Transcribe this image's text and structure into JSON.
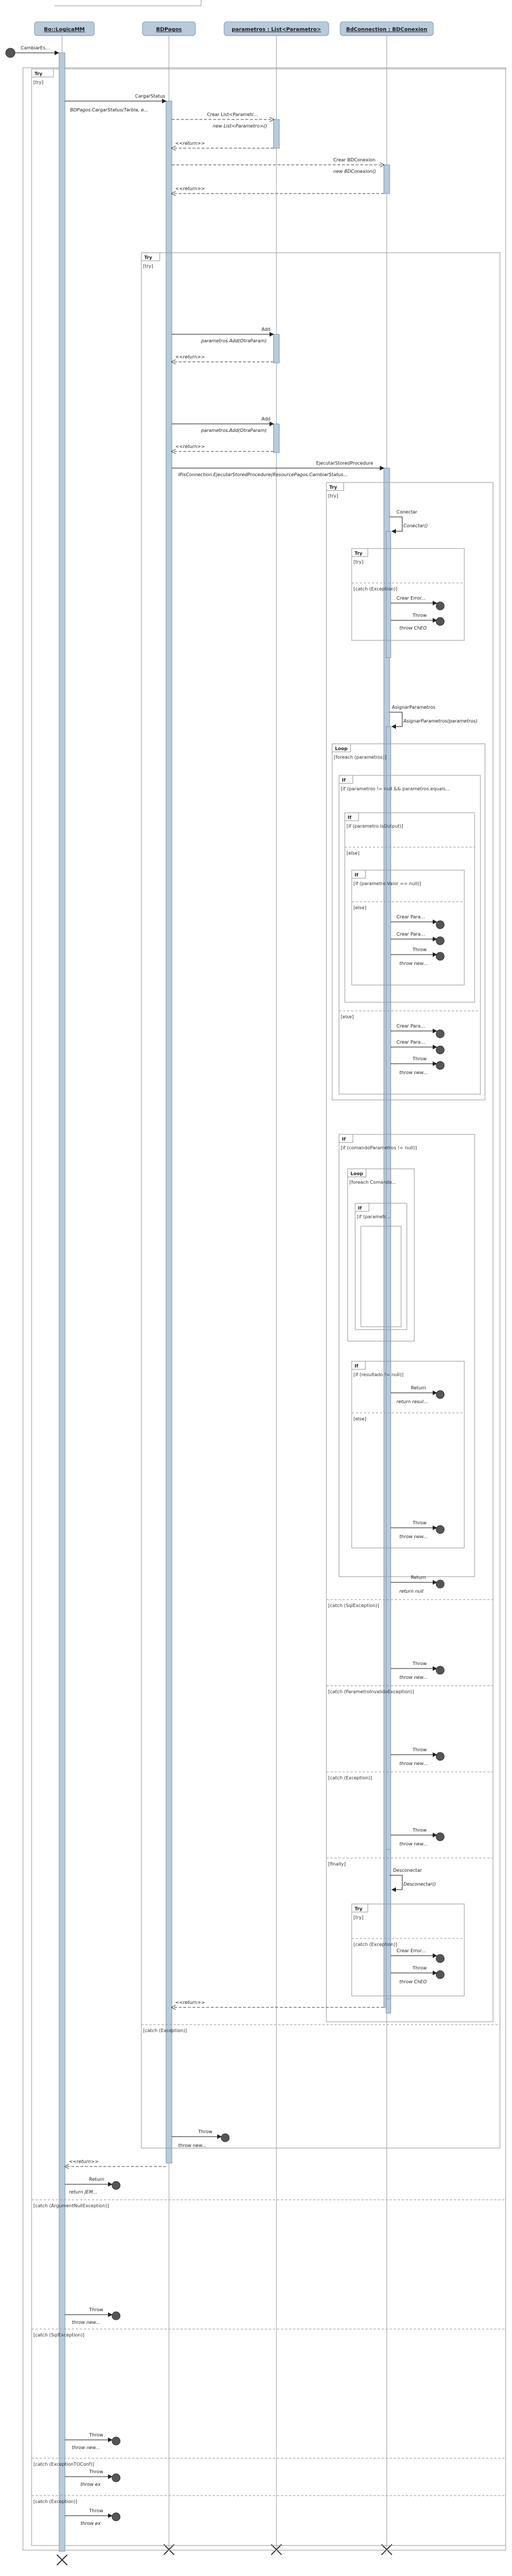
{
  "participants": [
    {
      "id": "bo",
      "label": "Bo::LogicaMM"
    },
    {
      "id": "bd",
      "label": "BDPagos"
    },
    {
      "id": "params",
      "label": "parametros : List<Parametro>"
    },
    {
      "id": "con",
      "label": "BdConnection : BDConexion"
    }
  ],
  "messages": {
    "start": "CambiarEs...",
    "cargar_status": "CargarStatus",
    "cargar_status_sig": "BDPagos.CargarStatus(Tarbla, e...",
    "crear_list": "Crear List<Parametr...",
    "new_list": "new List<Parametro>()",
    "ret1": "<<return>>",
    "crear_bdc": "Crear BDConexion",
    "new_bdc": "new BDConexion()",
    "ret2": "<<return>>",
    "add1": "Add",
    "add1_sig": "parametros.Add(OtraParam)",
    "ret3": "<<return>>",
    "add2": "Add",
    "add2_sig": "parametros.Add(OtraParam)",
    "ret4": "<<return>>",
    "exec": "EjecutarStoredProcedure",
    "exec_sig": "lPisConnection.EjecutarStoredProcedure(ResourcePagos.CambiarStatus...",
    "conectar": "Conectar",
    "conectar_sig": "Conectar()",
    "crear_error": "Crear Error...",
    "throw1": "Throw",
    "throw1_sig": "throw ChEO",
    "asignar": "AsignarParametros",
    "asignar_sig": "AsignarParametros(parametros)",
    "crear_para1": "Crear Para...",
    "crear_para2": "Crear Para...",
    "throw2": "Throw",
    "throw2_sig": "throw new...",
    "crear_para3": "Crear Para...",
    "crear_para4": "Crear Para...",
    "throw3": "Throw",
    "throw3_sig": "throw new...",
    "return_msg": "Return",
    "return_sig": "return resul...",
    "throw4": "Throw",
    "throw4_sig": "throw new...",
    "return2": "Return",
    "return2_sig": "return null",
    "throw5": "Throw",
    "throw5_sig": "throw new...",
    "throw6": "Throw",
    "throw6_sig": "throw new...",
    "throw7": "Throw",
    "throw7_sig": "throw new...",
    "desconectar": "Desconectar",
    "desconectar_sig": "Desconectar()",
    "crear_error2": "Crear Error...",
    "throw8": "Throw",
    "throw8_sig": "throw ChEO",
    "ret5": "<<return>>",
    "throw9": "Throw",
    "throw9_sig": "throw new...",
    "ret6": "<<return>>",
    "return3": "Return",
    "return3_sig": "return JEM...",
    "throw10": "Throw",
    "throw10_sig": "throw new...",
    "throw11": "Throw",
    "throw11_sig": "throw new...",
    "throw12": "Throw",
    "throw12_sig": "throw ex",
    "throw13": "Throw",
    "throw13_sig": "throw ex"
  },
  "frames": {
    "try_outer": "Try",
    "try_outer_guard": "[try]",
    "try_bd": "Try",
    "try_bd_guard": "[try]",
    "try_con": "Try",
    "try_con_guard": "[try]",
    "try_connect": "Try",
    "try_connect_guard": "[try]",
    "catch_connect": "[catch (Exception)]",
    "loop": "Loop",
    "loop_guard": "[foreach (parametros)]",
    "if1": "If",
    "if1_guard": "[if (parametros != null && parametros.equals...",
    "if2": "If",
    "if2_guard": "[if (parametro.isOutput)]",
    "else2": "[else]",
    "if3": "If",
    "if3_guard": "[if (parametro.Valor == null)]",
    "else3": "[else]",
    "else1": "[else]",
    "if4": "If",
    "if4_guard": "[if (comandoParametros != null)]",
    "loop2": "Loop",
    "loop2_guard": "[foreach Comando...",
    "if5": "If",
    "if5_guard": "[if (parametr...",
    "if6": "If",
    "if6_guard": "[if (resultado != null)]",
    "else6": "[else]",
    "catch_sql": "[catch (SqlException)]",
    "catch_param": "[catch (ParametroInvalidoException)]",
    "catch_ex": "[catch (Exception)]",
    "finally": "[finally]",
    "try_disc": "Try",
    "try_disc_guard": "[try]",
    "catch_disc": "[catch (Exception)]",
    "catch_bd": "[catch (Exception)]",
    "catch_arg": "[catch (ArgumentNullException)]",
    "catch_sql2": "[catch (SqlException)]",
    "catch_tout": "[catch (ExceptionTOConf)]",
    "catch_ex2": "[catch (Exception)]"
  }
}
